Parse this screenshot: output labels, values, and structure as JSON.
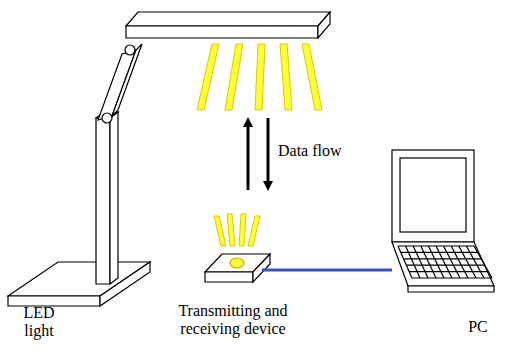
{
  "diagram": {
    "labels": [
      "Data flow",
      "LED light",
      "Transmitting and receiving device",
      "PC"
    ]
  }
}
